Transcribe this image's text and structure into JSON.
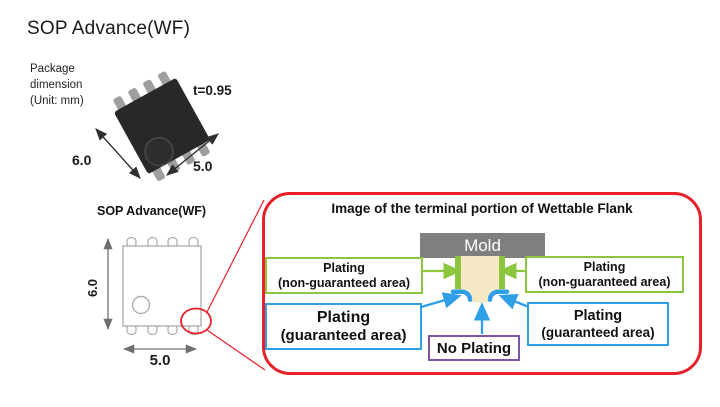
{
  "header": {
    "title": "SOP Advance(WF)",
    "package_note_line1": "Package",
    "package_note_line2": "dimension",
    "package_note_line3": "(Unit: mm)"
  },
  "iso_view": {
    "thickness_label": "t=0.95",
    "side_dim": "6.0",
    "front_dim": "5.0"
  },
  "top_view": {
    "title": "SOP Advance(WF)",
    "height_dim": "6.0",
    "width_dim": "5.0"
  },
  "detail_panel": {
    "title": "Image of the terminal portion of Wettable Flank",
    "mold_label": "Mold",
    "plating_non_guaranteed_line1": "Plating",
    "plating_non_guaranteed_line2": "(non-guaranteed area)",
    "plating_guaranteed_line1": "Plating",
    "plating_guaranteed_line2": "(guaranteed area)",
    "no_plating_label": "No Plating"
  },
  "colors": {
    "accent_red": "#e8202a",
    "plating_green": "#8cc63f",
    "plating_blue": "#2e9fe6",
    "no_plating_purple": "#7d55a5",
    "mold_gray": "#7f7f7f",
    "lead_cream": "#f5e8c4",
    "package_body_dark": "#282828",
    "pin_gray": "#9f9f9f",
    "outline_gray": "#b0b0b0"
  }
}
